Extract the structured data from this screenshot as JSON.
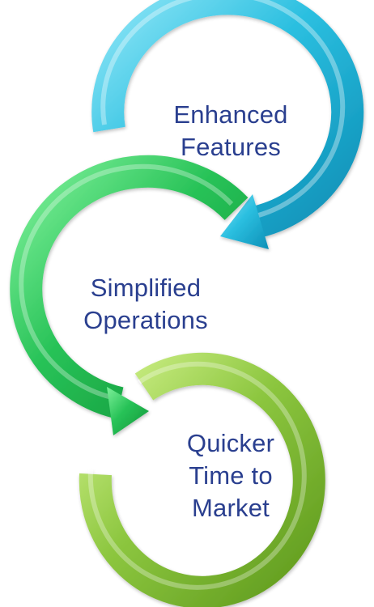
{
  "diagram": {
    "steps": [
      {
        "lines": [
          "Enhanced",
          "Features"
        ],
        "color": "#2bbfe0"
      },
      {
        "lines": [
          "Simplified",
          "Operations"
        ],
        "color": "#27c257"
      },
      {
        "lines": [
          "Quicker",
          "Time to",
          "Market"
        ],
        "color": "#8cc63f"
      }
    ],
    "text_color": "#2a3f8f"
  }
}
